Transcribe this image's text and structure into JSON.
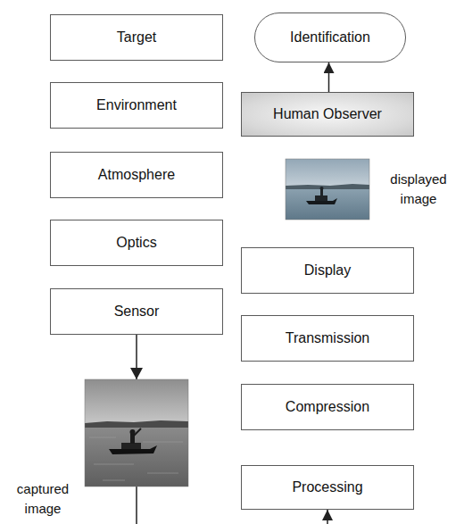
{
  "diagram": {
    "nodes": [
      {
        "text": [
          "Target"
        ]
      },
      {
        "text": [
          "Environment"
        ]
      },
      {
        "text": [
          "Atmosphere"
        ]
      },
      {
        "text": [
          "Optics"
        ]
      },
      {
        "text": [
          "Sensor"
        ]
      },
      {
        "text": [
          "Identification"
        ]
      },
      {
        "text": [
          "Human Observer"
        ]
      },
      {
        "text": [
          "Display"
        ]
      },
      {
        "text": [
          "Transmission"
        ]
      },
      {
        "text": [
          "Compression"
        ]
      },
      {
        "text": [
          "Processing"
        ]
      }
    ],
    "edges": [
      {
        "from": 6,
        "to": 5,
        "arrow": "to"
      },
      {
        "from": 4,
        "to": 10,
        "arrow": "to"
      }
    ],
    "labels": [
      "captured image",
      "displayed image"
    ]
  }
}
